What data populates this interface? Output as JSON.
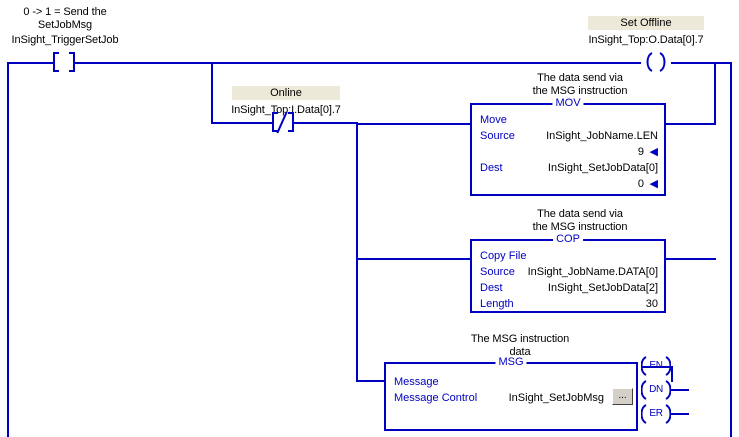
{
  "rung": {
    "trigger": {
      "comment": "0 -> 1 = Send the\nSetJobMsg",
      "tag": "InSight_TriggerSetJob",
      "type": "XIC"
    },
    "set_offline": {
      "description": "Set Offline",
      "tag": "InSight_Top:O.Data[0].7",
      "type": "OTE"
    },
    "online": {
      "description": "Online",
      "tag": "InSight_Top:I.Data[0].7",
      "type": "XIO"
    }
  },
  "blocks": {
    "mov": {
      "comment": "The data send via\nthe MSG instruction",
      "title": "MOV",
      "name": "Move",
      "rows": [
        {
          "label": "Source",
          "value": "InSight_JobName.LEN",
          "operand": "9"
        },
        {
          "label": "Dest",
          "value": "InSight_SetJobData[0]",
          "operand": "0"
        }
      ]
    },
    "cop": {
      "comment": "The data send via\nthe MSG instruction",
      "title": "COP",
      "name": "Copy File",
      "rows": [
        {
          "label": "Source",
          "value": "InSight_JobName.DATA[0]"
        },
        {
          "label": "Dest",
          "value": "InSight_SetJobData[2]"
        },
        {
          "label": "Length",
          "value": "30"
        }
      ]
    },
    "msg": {
      "comment": "The MSG instruction\ndata",
      "title": "MSG",
      "name": "Message",
      "control_label": "Message Control",
      "control_value": "InSight_SetJobMsg",
      "browse_label": "...",
      "outputs": [
        "EN",
        "DN",
        "ER"
      ]
    }
  },
  "colors": {
    "wire": "#0000c0",
    "instruction_text": "#0000c0",
    "value_text": "#000000",
    "description_bg": "#ece9d8",
    "button_face": "#d4d0c8",
    "background": "#ffffff"
  }
}
